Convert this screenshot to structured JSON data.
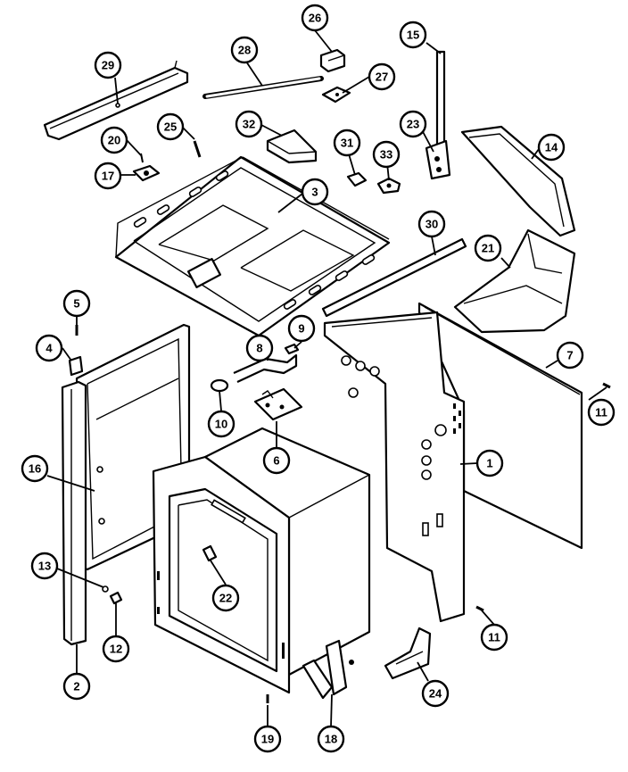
{
  "callouts": [
    {
      "id": "c29",
      "label": "29"
    },
    {
      "id": "c28",
      "label": "28"
    },
    {
      "id": "c26",
      "label": "26"
    },
    {
      "id": "c15",
      "label": "15"
    },
    {
      "id": "c27",
      "label": "27"
    },
    {
      "id": "c25",
      "label": "25"
    },
    {
      "id": "c32",
      "label": "32"
    },
    {
      "id": "c23",
      "label": "23"
    },
    {
      "id": "c14",
      "label": "14"
    },
    {
      "id": "c20",
      "label": "20"
    },
    {
      "id": "c31",
      "label": "31"
    },
    {
      "id": "c33",
      "label": "33"
    },
    {
      "id": "c17",
      "label": "17"
    },
    {
      "id": "c3",
      "label": "3"
    },
    {
      "id": "c30",
      "label": "30"
    },
    {
      "id": "c21",
      "label": "21"
    },
    {
      "id": "c5",
      "label": "5"
    },
    {
      "id": "c9",
      "label": "9"
    },
    {
      "id": "c4",
      "label": "4"
    },
    {
      "id": "c8",
      "label": "8"
    },
    {
      "id": "c7",
      "label": "7"
    },
    {
      "id": "c11a",
      "label": "11"
    },
    {
      "id": "c10",
      "label": "10"
    },
    {
      "id": "c6",
      "label": "6"
    },
    {
      "id": "c16",
      "label": "16"
    },
    {
      "id": "c1",
      "label": "1"
    },
    {
      "id": "c13",
      "label": "13"
    },
    {
      "id": "c22",
      "label": "22"
    },
    {
      "id": "c12",
      "label": "12"
    },
    {
      "id": "c11b",
      "label": "11"
    },
    {
      "id": "c2",
      "label": "2"
    },
    {
      "id": "c24",
      "label": "24"
    },
    {
      "id": "c19",
      "label": "19"
    },
    {
      "id": "c18",
      "label": "18"
    }
  ]
}
